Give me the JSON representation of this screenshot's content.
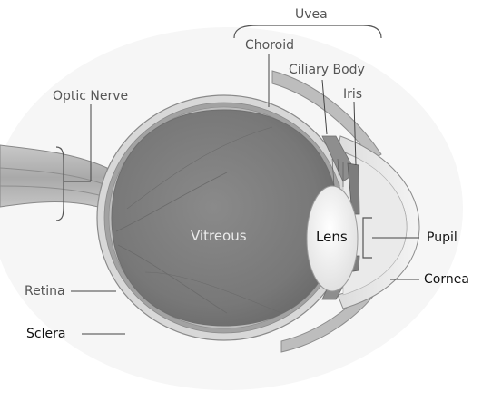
{
  "labels": {
    "uvea": "Uvea",
    "choroid": "Choroid",
    "ciliary_body": "Ciliary Body",
    "iris": "Iris",
    "optic_nerve": "Optic Nerve",
    "vitreous": "Vitreous",
    "lens": "Lens",
    "pupil": "Pupil",
    "cornea": "Cornea",
    "retina": "Retina",
    "sclera": "Sclera"
  },
  "colors": {
    "background": "#ffffff",
    "vitreous_fill": "#7b7b7b",
    "sclera_fill": "#d9d9d9",
    "choroid_fill": "#9a9a9a",
    "lens_fill": "#f2f2f2",
    "cornea_fill": "#e8e8e8",
    "label_text": "#555555"
  }
}
